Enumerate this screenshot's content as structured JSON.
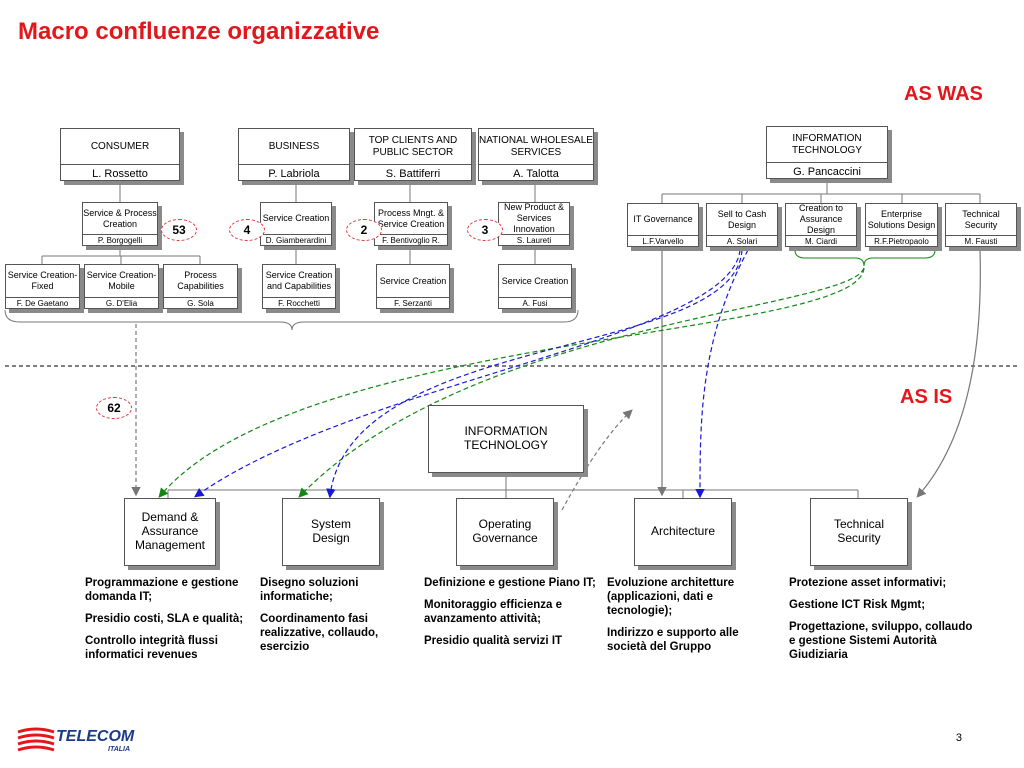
{
  "title": "Macro confluenze organizzative",
  "label_was": "AS WAS",
  "label_is": "AS IS",
  "heads": [
    {
      "title": "CONSUMER",
      "name": "L. Rossetto"
    },
    {
      "title": "BUSINESS",
      "name": "P. Labriola"
    },
    {
      "title": "TOP CLIENTS AND PUBLIC SECTOR",
      "name": "S. Battiferri"
    },
    {
      "title": "NATIONAL WHOLESALE SERVICES",
      "name": "A. Talotta"
    },
    {
      "title": "INFORMATION TECHNOLOGY",
      "name": "G. Pancaccini"
    }
  ],
  "mids": [
    {
      "title": "Service & Process Creation",
      "name": "P. Borgogelli"
    },
    {
      "title": "Service Creation",
      "name": "D. Giamberardini"
    },
    {
      "title": "Process Mngt. & Service Creation",
      "name": "F. Bentivoglio R."
    },
    {
      "title": "New Product & Services Innovation",
      "name": "S. Laureti"
    }
  ],
  "subs": [
    {
      "title": "Service Creation-Fixed",
      "name": "F. De Gaetano"
    },
    {
      "title": "Service Creation-Mobile",
      "name": "G. D'Elia"
    },
    {
      "title": "Process Capabilities",
      "name": "G. Sola"
    },
    {
      "title": "Service Creation and Capabilities",
      "name": "F. Rocchetti"
    },
    {
      "title": "Service Creation",
      "name": "F. Serzanti"
    },
    {
      "title": "Service Creation",
      "name": "A. Fusi"
    }
  ],
  "it_units": [
    {
      "title": "IT Governance",
      "name": "L.F.Varvello"
    },
    {
      "title": "Sell to Cash Design",
      "name": "A. Solari"
    },
    {
      "title": "Creation to Assurance Design",
      "name": "M. Ciardi"
    },
    {
      "title": "Enterprise Solutions Design",
      "name": "R.F.Pietropaolo"
    },
    {
      "title": "Technical Security",
      "name": "M. Fausti"
    }
  ],
  "badges": [
    "53",
    "4",
    "2",
    "3",
    "62"
  ],
  "asis_head": "INFORMATION TECHNOLOGY",
  "asis_units": [
    "Demand & Assurance Management",
    "System Design",
    "Operating Governance",
    "Architecture",
    "Technical Security"
  ],
  "descriptions": [
    [
      "Programmazione e gestione domanda IT;",
      "Presidio costi, SLA e qualità;",
      "Controllo integrità flussi informatici revenues"
    ],
    [
      "Disegno soluzioni informatiche;",
      "Coordinamento fasi realizzative, collaudo, esercizio"
    ],
    [
      "Definizione e gestione Piano IT;",
      "Monitoraggio efficienza e avanzamento attività;",
      "Presidio qualità servizi IT"
    ],
    [
      "Evoluzione architetture (applicazioni, dati e tecnologie);",
      "Indirizzo e supporto alle società del Gruppo"
    ],
    [
      "Protezione asset informativi;",
      "Gestione ICT Risk Mgmt;",
      "Progettazione, sviluppo, collaudo e gestione Sistemi Autorità Giudiziaria"
    ]
  ],
  "logo": {
    "brand": "TELECOM",
    "sub": "ITALIA"
  },
  "page_number": "3",
  "colors": {
    "accent_red": "#e3171b",
    "green_arrow": "#118811",
    "blue_arrow": "#1a1ad6",
    "gray_arrow": "#777777"
  }
}
